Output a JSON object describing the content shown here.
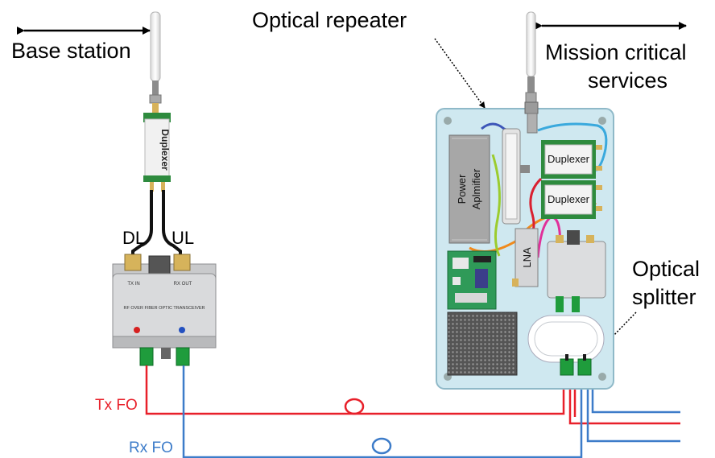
{
  "labels": {
    "base_station": "Base station",
    "optical_repeater": "Optical repeater",
    "mission_line1": "Mission critical",
    "mission_line2": "services",
    "optical_splitter_line1": "Optical",
    "optical_splitter_line2": "splitter",
    "dl": "DL",
    "ul": "UL",
    "tx_fo": "Tx FO",
    "rx_fo": "Rx FO"
  },
  "components": {
    "duplexer": "Duplexer",
    "power_amplifier_line1": "Power",
    "power_amplifier_line2": "Aplmifier",
    "lna": "LNA",
    "transceiver_text": "RF OVER FIBER OPTIC TRANSCEIVER",
    "tx_in": "TX IN",
    "rx_out": "RX OUT"
  },
  "colors": {
    "tx_fiber": "#e8202a",
    "rx_fiber": "#3d7cc9",
    "enclosure": "#cfe8f0",
    "enclosure_border": "#8fb9c8",
    "module_body": "#d6d7d9",
    "connector_green": "#1f9c3c"
  }
}
